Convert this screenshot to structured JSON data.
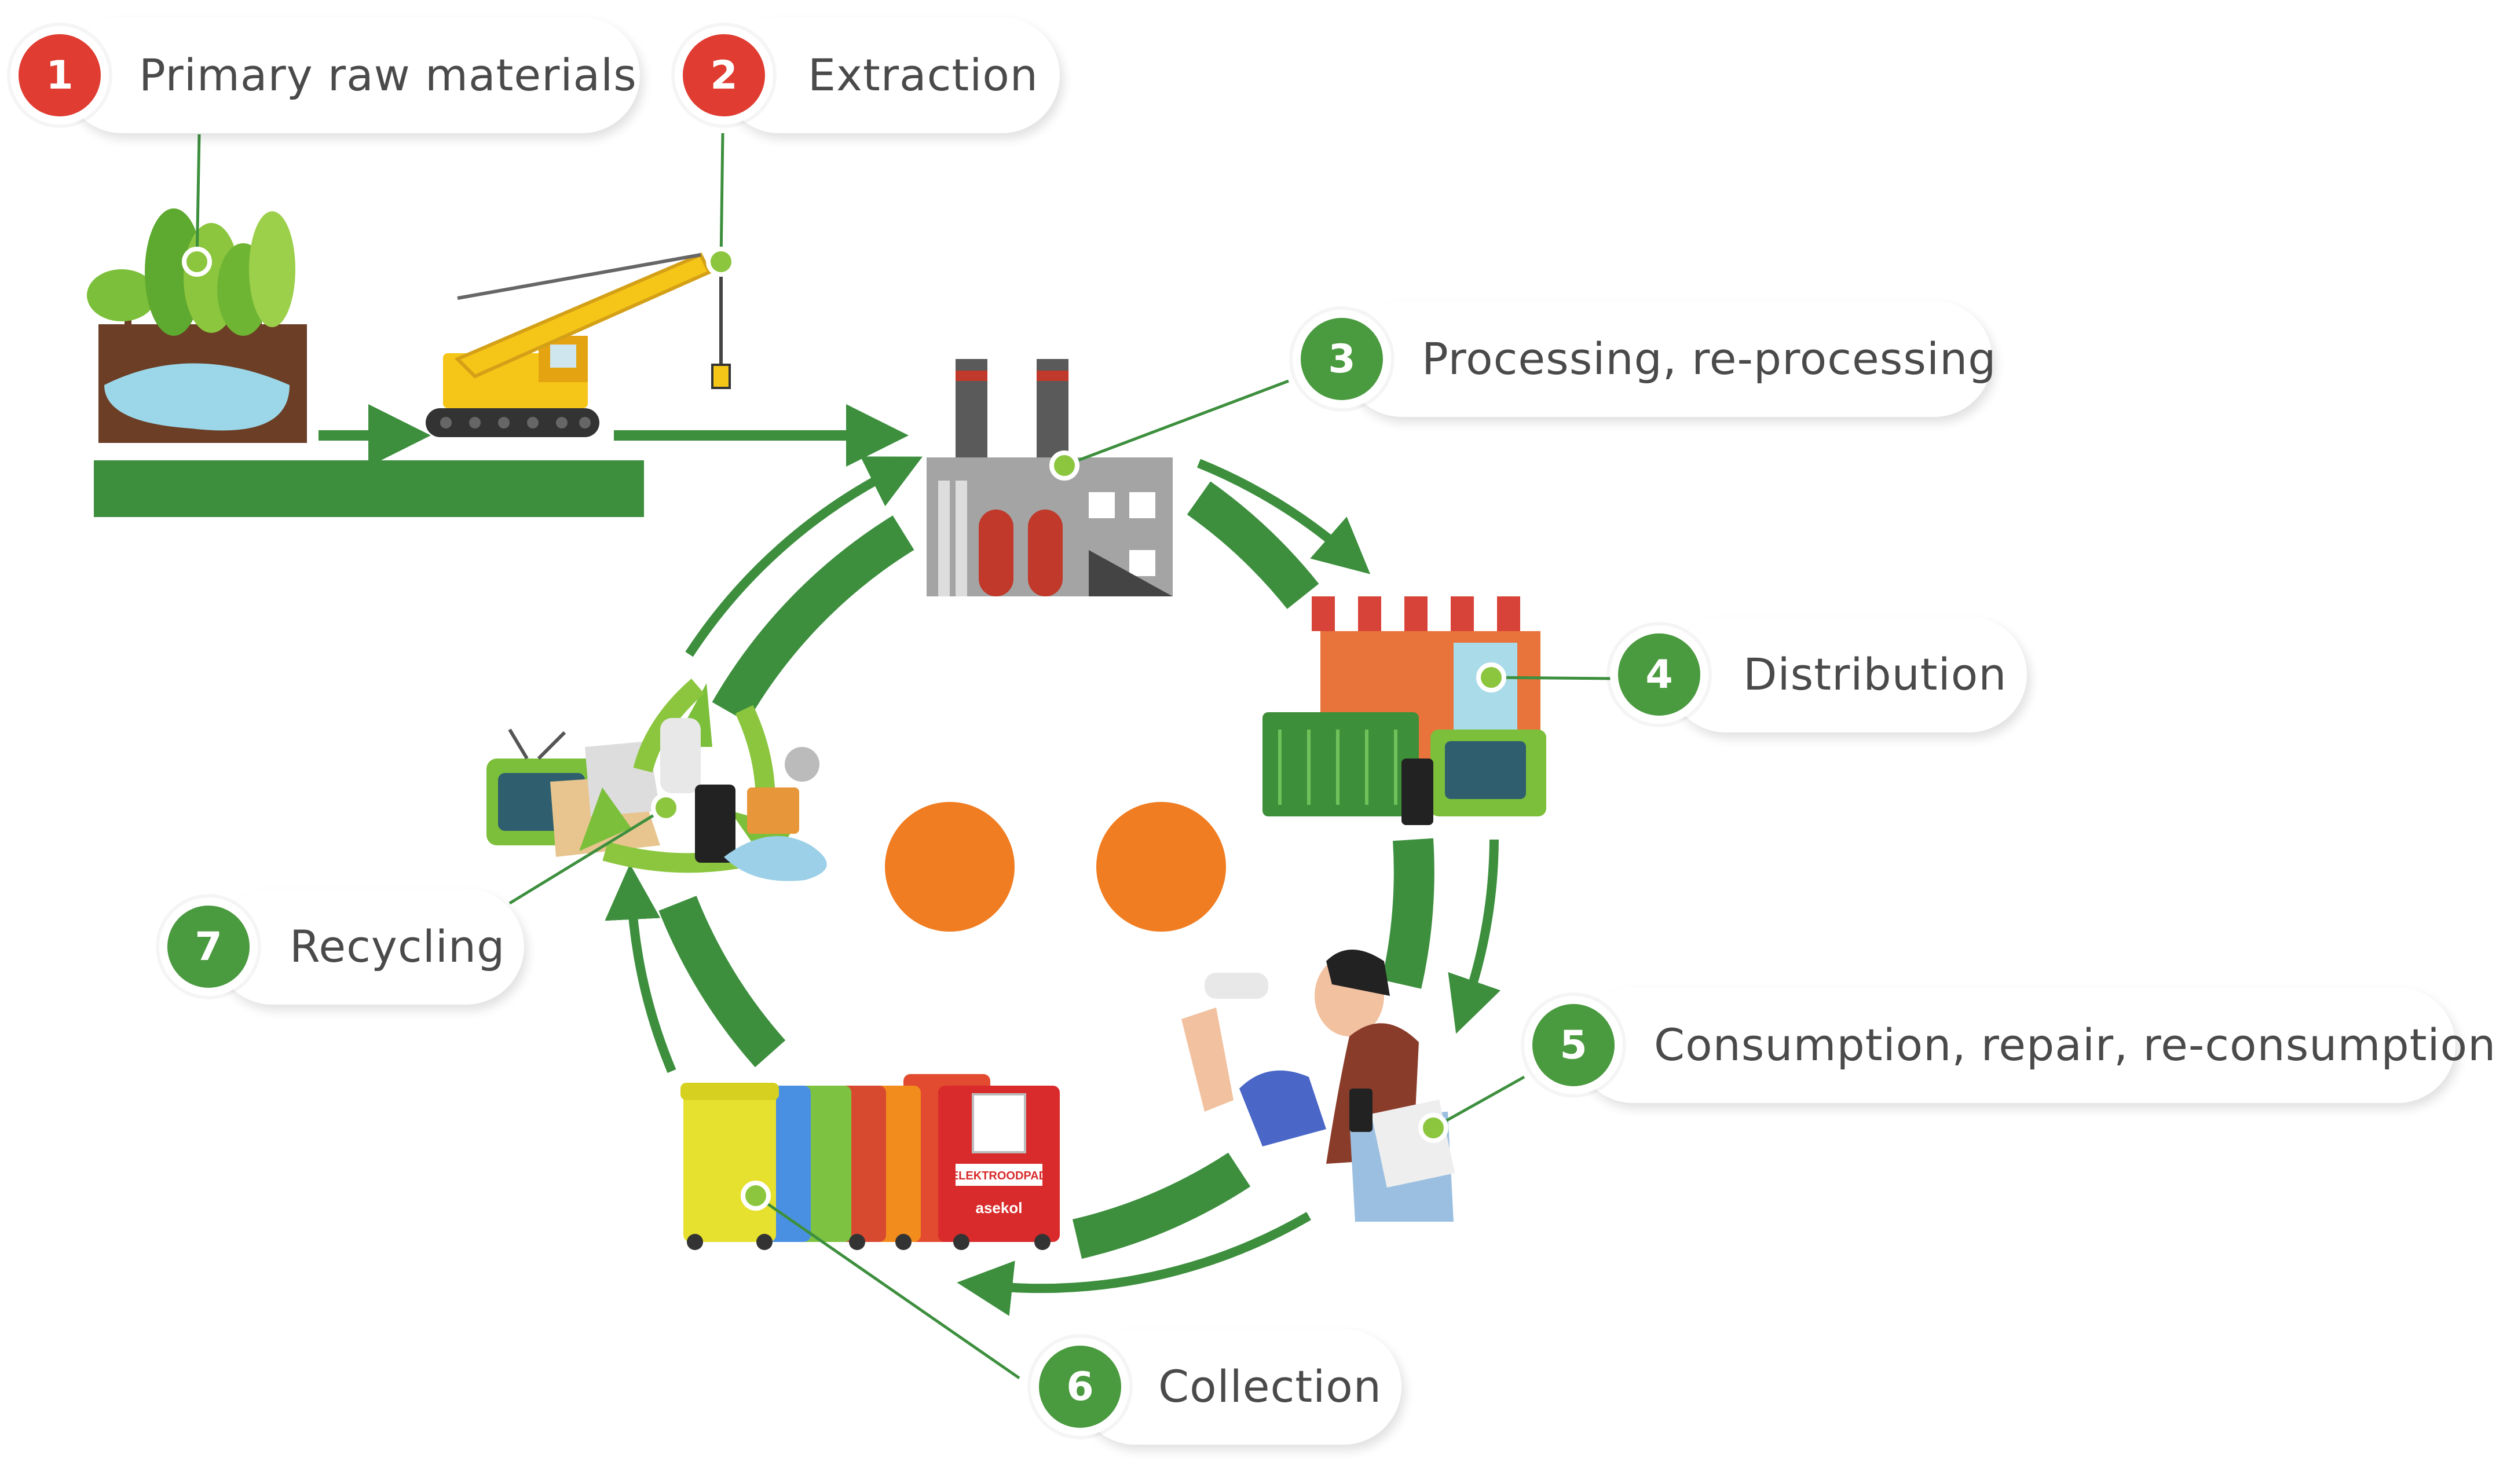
{
  "diagram": {
    "steps": [
      {
        "number": "1",
        "label": "Primary raw materials",
        "color": "#e03c31"
      },
      {
        "number": "2",
        "label": "Extraction",
        "color": "#e03c31"
      },
      {
        "number": "3",
        "label": "Processing, re-processing",
        "color": "#4a9a3f"
      },
      {
        "number": "4",
        "label": "Distribution",
        "color": "#4a9a3f"
      },
      {
        "number": "5",
        "label": "Consumption, repair, re-consumption",
        "color": "#4a9a3f"
      },
      {
        "number": "6",
        "label": "Collection",
        "color": "#4a9a3f"
      },
      {
        "number": "7",
        "label": "Recycling",
        "color": "#4a9a3f"
      }
    ],
    "bin_label": "ELEKTROODPAD",
    "bin_brand": "asekol",
    "colors": {
      "arrow_green": "#3d8f3e",
      "marker_green": "#8cc63f",
      "center_orange": "#f07d22",
      "badge_red": "#e03c31",
      "badge_green": "#4a9a3f"
    }
  }
}
